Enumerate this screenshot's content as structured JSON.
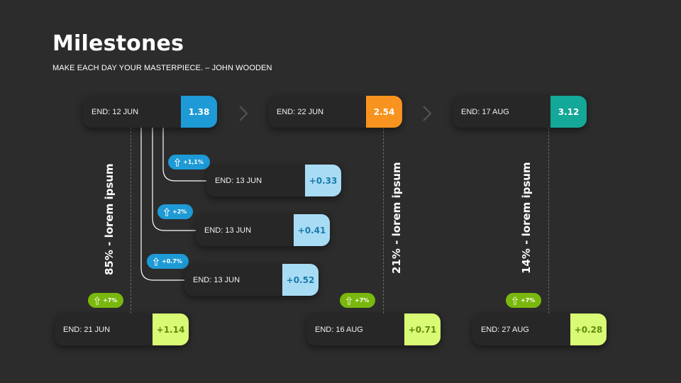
{
  "header": {
    "title": "Milestones",
    "subtitle": "MAKE EACH DAY YOUR MASTERPIECE. – JOHN WOODEN"
  },
  "top_cards": [
    {
      "label": "END: 12 JUN",
      "value": "1.38",
      "color": "#1e9ad6"
    },
    {
      "label": "END: 22 JUN",
      "value": "2.54",
      "color": "#f7931e"
    },
    {
      "label": "END: 17 AUG",
      "value": "3.12",
      "color": "#13a898"
    }
  ],
  "sub_cards": [
    {
      "label": "END: 13 JUN",
      "value": "+0.33",
      "badge": "+1,1%"
    },
    {
      "label": "END: 13 JUN",
      "value": "+0.41",
      "badge": "+2%"
    },
    {
      "label": "END: 13 JUN",
      "value": "+0.52",
      "badge": "+0.7%"
    }
  ],
  "bottom_cards": [
    {
      "label": "END: 21 JUN",
      "value": "+1.14",
      "badge": "+7%"
    },
    {
      "label": "END: 16 AUG",
      "value": "+0.71",
      "badge": "+7%"
    },
    {
      "label": "END: 27 AUG",
      "value": "+0.28",
      "badge": "+7%"
    }
  ],
  "vertical_labels": [
    "85% - lorem ipsum",
    "21% - lorem ipsum",
    "14% - lorem ipsum"
  ],
  "icons": {
    "badge_icon": "arrow-up-icon",
    "separator_icon": "chevron-right-icon"
  },
  "colors": {
    "background": "#2c2c2c",
    "card": "#272727",
    "blue": "#1e9ad6",
    "orange": "#f7931e",
    "teal": "#13a898",
    "light_blue": "#a8dcf5",
    "lime": "#d9fa75",
    "green": "#7ab80e"
  }
}
